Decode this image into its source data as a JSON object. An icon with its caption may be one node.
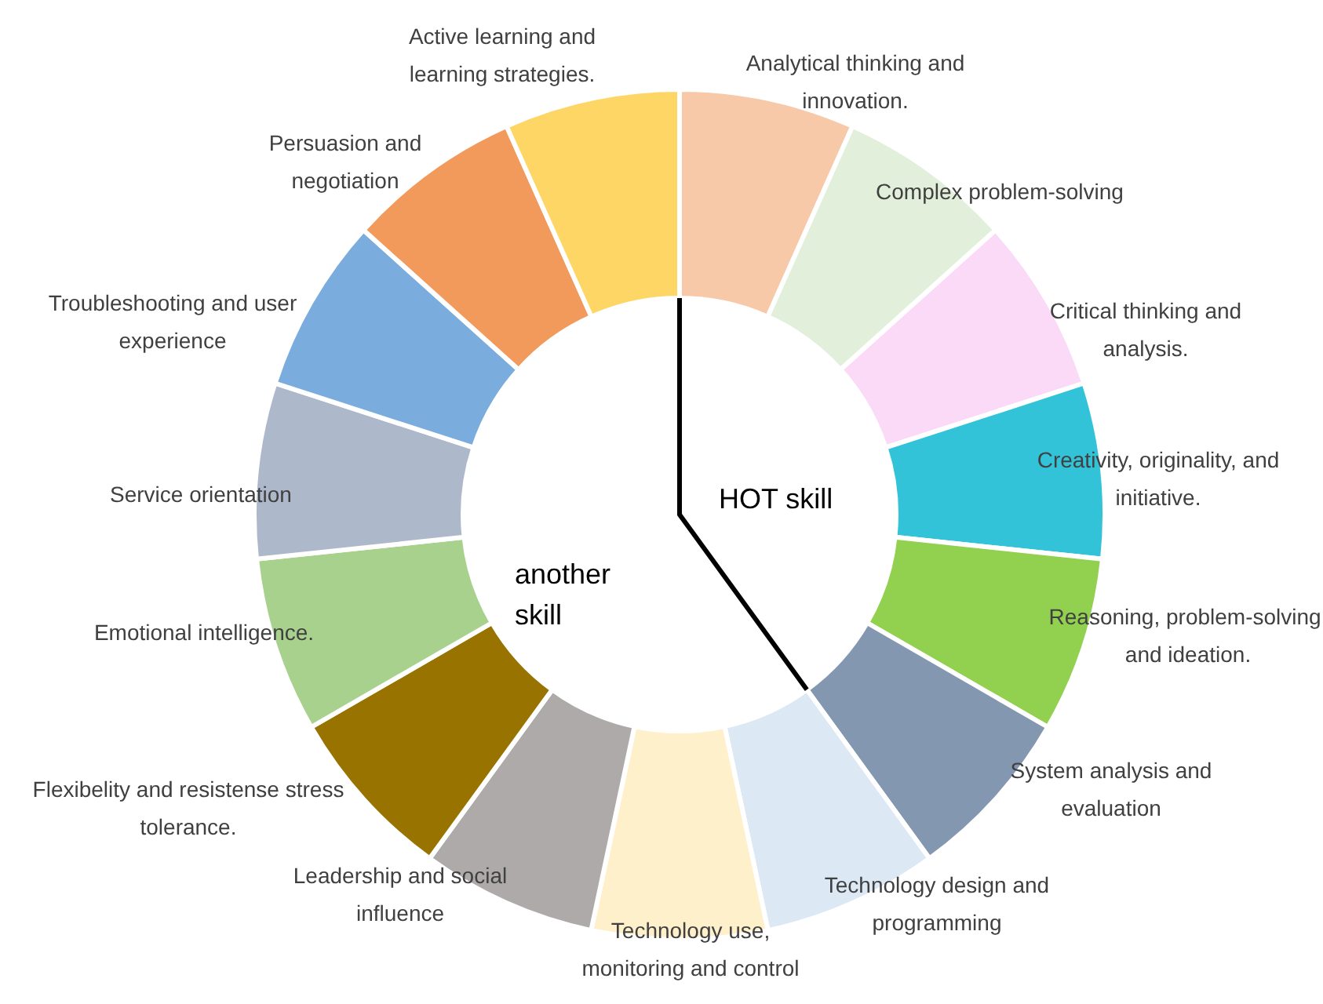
{
  "diagram": {
    "nodes": [
      {
        "text": [
          "Analytical thinking and innovation."
        ]
      },
      {
        "text": [
          "Complex problem-solving"
        ]
      },
      {
        "text": [
          "Critical thinking and analysis."
        ]
      },
      {
        "text": [
          "Creativity, originality, and initiative."
        ]
      },
      {
        "text": [
          "Reasoning, problem-solving, and ideation."
        ]
      },
      {
        "text": [
          "System analysis and evaluation"
        ]
      },
      {
        "text": [
          "Technology design and programming"
        ]
      },
      {
        "text": [
          "Technology use, monitoring and control"
        ]
      },
      {
        "text": [
          "Leadership and social influence"
        ]
      },
      {
        "text": [
          "Flexibelity and resistense stress tolerance."
        ]
      },
      {
        "text": [
          "Emotional intelligence."
        ]
      },
      {
        "text": [
          "Service orientation"
        ]
      },
      {
        "text": [
          "Troubleshooting and user experience"
        ]
      },
      {
        "text": [
          "Persuasion and negotiation"
        ]
      },
      {
        "text": [
          "Active learning and learning strategies."
        ]
      }
    ],
    "labels": [
      "HOT skill",
      "another skill"
    ]
  }
}
